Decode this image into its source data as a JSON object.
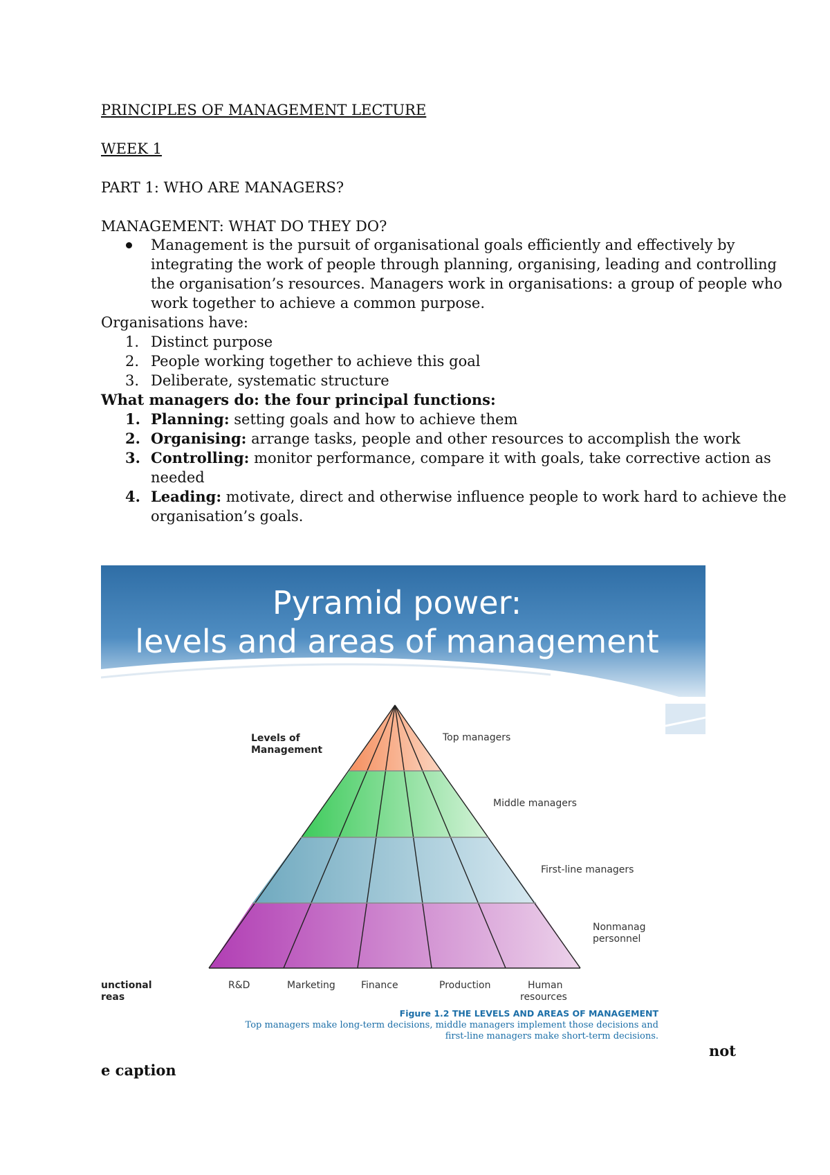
{
  "doc": {
    "title": "PRINCIPLES OF MANAGEMENT LECTURE",
    "week": "WEEK 1",
    "part": "PART 1: WHO ARE MANAGERS?",
    "section_heading": "MANAGEMENT: WHAT DO THEY DO?",
    "bullet_lines": [
      "Management is the pursuit of organisational goals efficiently and effectively by",
      "integrating the work of people through planning, organising, leading and controlling",
      "the organisation’s resources. Managers work in organisations: a group of people who",
      "work together to achieve a common purpose."
    ],
    "org_intro": "Organisations have:",
    "org_items": [
      {
        "num": "1.",
        "text": "Distinct purpose"
      },
      {
        "num": "2.",
        "text": "People working together to achieve this goal"
      },
      {
        "num": "3.",
        "text": "Deliberate, systematic structure"
      }
    ],
    "functions_heading": "What managers do: the four principal functions:",
    "functions": [
      {
        "num": "1.",
        "term": "Planning:",
        "desc": "setting goals and how to achieve them"
      },
      {
        "num": "2.",
        "term": "Organising:",
        "desc": "arrange tasks, people and other resources to accomplish the work"
      },
      {
        "num": "3.",
        "term": "Controlling:",
        "desc": "monitor performance, compare it with goals, take corrective action as",
        "cont": "needed"
      },
      {
        "num": "4.",
        "term": "Leading:",
        "desc": "motivate, direct and otherwise influence people to work hard to achieve the",
        "cont": "organisation’s goals."
      }
    ],
    "trailing_right": "not",
    "trailing_left": "e caption"
  },
  "figure": {
    "banner_title_line1": "Pyramid power:",
    "banner_title_line2": "levels and  areas of management",
    "levels_label_line1": "Levels of",
    "levels_label_line2": "Management",
    "level_labels": [
      "Top managers",
      "Middle managers",
      "First-line managers",
      "Nonmanag",
      "personnel"
    ],
    "functional_label_line1": "unctional",
    "functional_label_line2": "reas",
    "areas": [
      "R&D",
      "Marketing",
      "Finance",
      "Production",
      "Human",
      "resources"
    ],
    "caption_title": "Figure 1.2 THE LEVELS AND AREAS OF MANAGEMENT",
    "caption_line1": "Top managers make long-term decisions, middle managers implement those decisions and",
    "caption_line2": "first-line managers make short-term decisions.",
    "colors": {
      "banner_top": "#2f6ea6",
      "banner_bottom": "#e9f1f8",
      "top_band": "#f4a77e",
      "middle_band": "#6fd483",
      "firstline_band": "#8ab8cc",
      "nonmanag_band": "#c066c0",
      "caption": "#1c6fa8"
    }
  }
}
